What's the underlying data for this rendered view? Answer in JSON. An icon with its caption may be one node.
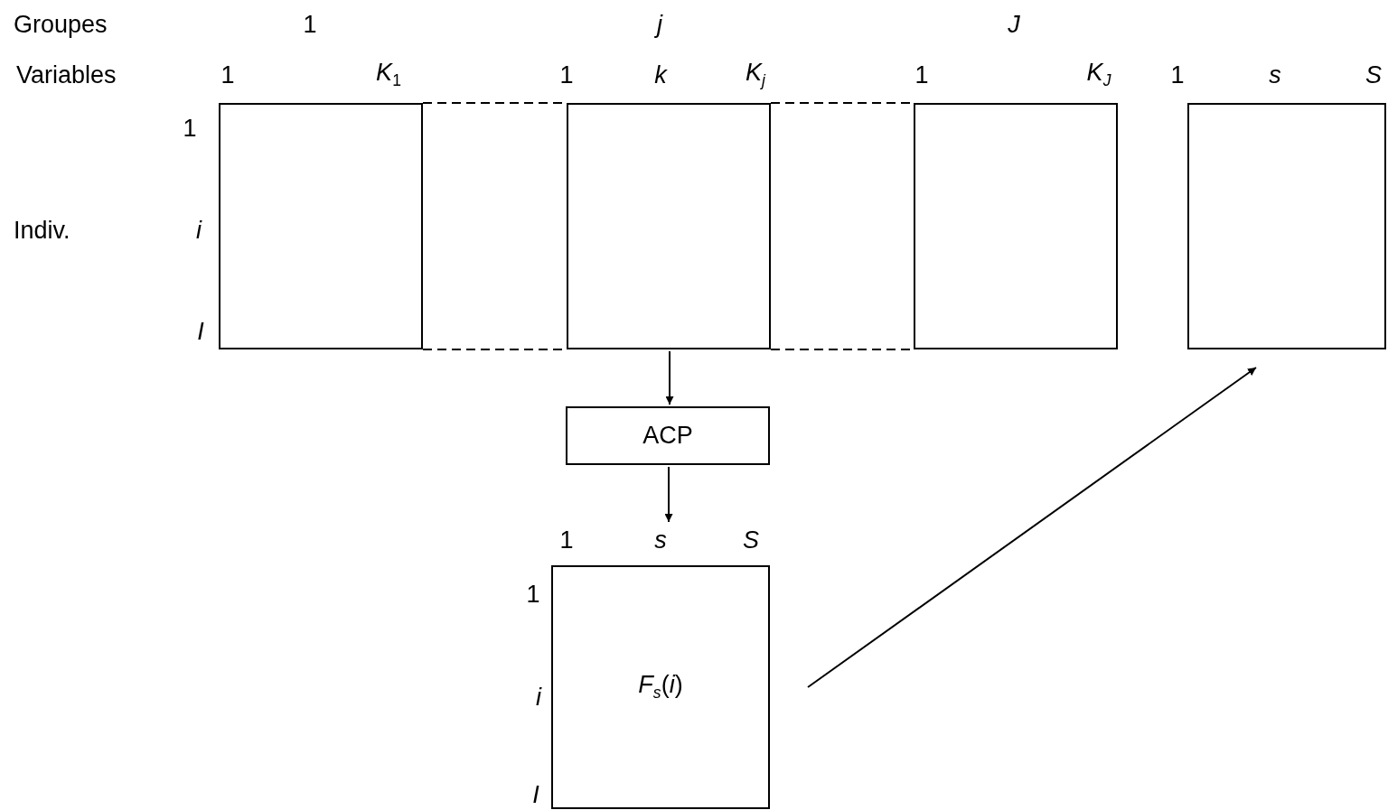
{
  "diagram": {
    "nodes": [
      {
        "text": [],
        "shape": "box"
      },
      {
        "text": [],
        "shape": "box"
      },
      {
        "text": [],
        "shape": "box"
      },
      {
        "text": [],
        "shape": "box"
      },
      {
        "text": [
          "ACP"
        ]
      },
      {
        "text": [
          "*F*$_{s}$(*i*)"
        ]
      }
    ],
    "edges": [
      {
        "from": 0,
        "to": 1,
        "arrow": "none",
        "style": "dashed"
      },
      {
        "from": 1,
        "to": 2,
        "arrow": "none",
        "style": "dashed"
      },
      {
        "from": 0,
        "to": 1,
        "arrow": "none",
        "style": "dashed"
      },
      {
        "from": 1,
        "to": 2,
        "arrow": "none",
        "style": "dashed"
      },
      {
        "from": 1,
        "to": 4,
        "arrow": "to"
      },
      {
        "from": 4,
        "to": 5,
        "arrow": "to"
      },
      {
        "from": 5,
        "to": 3,
        "arrow": "to"
      }
    ],
    "labels": [
      "Groupes",
      "1",
      "j",
      "J",
      "Variables",
      "1",
      "*K*$_{1}$",
      "1",
      "k",
      "*K*$_{j}$",
      "1",
      "*K*$_{J}$",
      "1",
      "s",
      "S",
      "1",
      "Indiv.",
      "i",
      "I",
      "1",
      "s",
      "S",
      "1",
      "i",
      "I"
    ]
  }
}
